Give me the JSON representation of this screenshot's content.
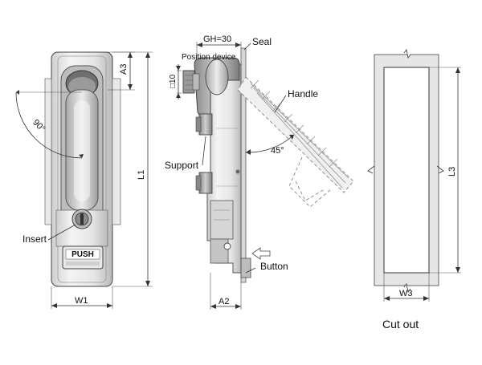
{
  "labels": {
    "gh": "GH=30",
    "seal": "Seal",
    "position_device": "Position device",
    "square_10": "□10",
    "handle": "Handle",
    "support": "Support",
    "insert": "Insert",
    "button": "Button",
    "push": "PUSH",
    "angle_90": "90°",
    "angle_45": "45°",
    "a3": "A3",
    "l1": "L1",
    "w1": "W1",
    "a2": "A2",
    "l3": "L3",
    "w3": "W3",
    "cut_out": "Cut out"
  }
}
